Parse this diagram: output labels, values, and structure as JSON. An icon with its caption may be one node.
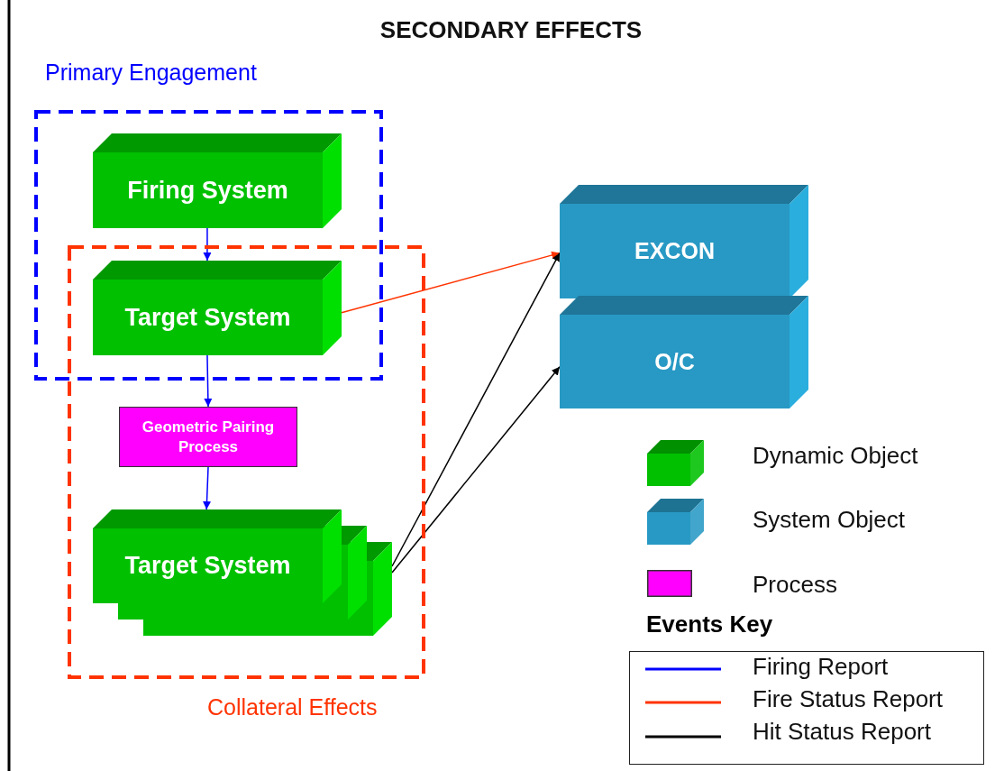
{
  "diagram": {
    "title": "SECONDARY EFFECTS",
    "nodes": [
      {
        "text": [
          "Primary Engagement"
        ]
      },
      {
        "text": [
          "Collateral Effects"
        ]
      },
      {
        "text": [
          "Firing System"
        ],
        "in": 0
      },
      {
        "text": [
          "Target System"
        ]
      },
      {
        "text": [
          "Geometric Pairing Process"
        ],
        "in": 1
      },
      {
        "text": [
          "Target System"
        ],
        "in": 1
      },
      {
        "text": [
          "EXCON"
        ]
      },
      {
        "text": [
          "O/C"
        ]
      }
    ],
    "edges": [
      {
        "from": 2,
        "to": 3,
        "arrow": "to",
        "color": "#0000ff"
      },
      {
        "from": 3,
        "to": 4,
        "arrow": "to",
        "color": "#0000ff"
      },
      {
        "from": 4,
        "to": 5,
        "arrow": "to",
        "color": "#0000ff"
      },
      {
        "from": 3,
        "to": 6,
        "arrow": "to",
        "color": "#ff3300"
      },
      {
        "from": 5,
        "to": 6,
        "arrow": "to",
        "color": "#000000"
      },
      {
        "from": 5,
        "to": 7,
        "arrow": "to",
        "color": "#000000"
      }
    ],
    "labels": [
      "Events Key"
    ],
    "legend": [
      {
        "text": "Dynamic Object",
        "color": "#00c000"
      },
      {
        "text": "System Object",
        "color": "#2899c4"
      },
      {
        "text": "Process",
        "color": "#ff00ff"
      },
      {
        "text": "Firing Report",
        "color": "#0000ff"
      },
      {
        "text": "Fire Status Report",
        "color": "#ff3300"
      },
      {
        "text": "Hit Status Report",
        "color": "#000000"
      }
    ]
  }
}
